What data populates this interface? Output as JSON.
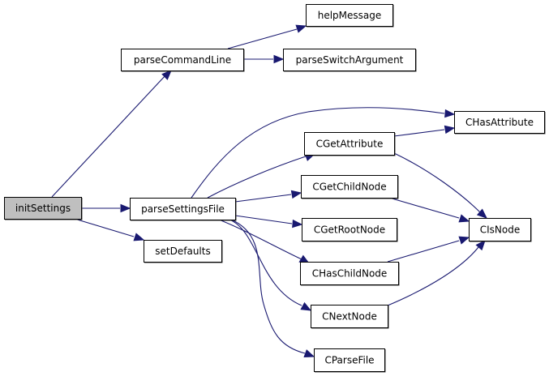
{
  "diagram": {
    "type": "call-graph",
    "colors": {
      "edge": "#191970",
      "root_fill": "#bfbfbf",
      "node_fill": "#ffffff",
      "border": "#000000"
    },
    "nodes": [
      {
        "id": "initSettings",
        "label": "initSettings",
        "root": true
      },
      {
        "id": "parseCommandLine",
        "label": "parseCommandLine"
      },
      {
        "id": "helpMessage",
        "label": "helpMessage"
      },
      {
        "id": "parseSwitchArgument",
        "label": "parseSwitchArgument"
      },
      {
        "id": "parseSettingsFile",
        "label": "parseSettingsFile"
      },
      {
        "id": "setDefaults",
        "label": "setDefaults"
      },
      {
        "id": "CHasAttribute",
        "label": "CHasAttribute"
      },
      {
        "id": "CGetAttribute",
        "label": "CGetAttribute"
      },
      {
        "id": "CGetChildNode",
        "label": "CGetChildNode"
      },
      {
        "id": "CGetRootNode",
        "label": "CGetRootNode"
      },
      {
        "id": "CHasChildNode",
        "label": "CHasChildNode"
      },
      {
        "id": "CNextNode",
        "label": "CNextNode"
      },
      {
        "id": "CParseFile",
        "label": "CParseFile"
      },
      {
        "id": "CIsNode",
        "label": "CIsNode"
      }
    ],
    "edges": [
      {
        "from": "initSettings",
        "to": "parseCommandLine"
      },
      {
        "from": "initSettings",
        "to": "parseSettingsFile"
      },
      {
        "from": "initSettings",
        "to": "setDefaults"
      },
      {
        "from": "parseCommandLine",
        "to": "helpMessage"
      },
      {
        "from": "parseCommandLine",
        "to": "parseSwitchArgument"
      },
      {
        "from": "parseSettingsFile",
        "to": "CHasAttribute"
      },
      {
        "from": "parseSettingsFile",
        "to": "CGetAttribute"
      },
      {
        "from": "parseSettingsFile",
        "to": "CGetChildNode"
      },
      {
        "from": "parseSettingsFile",
        "to": "CGetRootNode"
      },
      {
        "from": "parseSettingsFile",
        "to": "CHasChildNode"
      },
      {
        "from": "parseSettingsFile",
        "to": "CNextNode"
      },
      {
        "from": "parseSettingsFile",
        "to": "CParseFile"
      },
      {
        "from": "CGetAttribute",
        "to": "CHasAttribute"
      },
      {
        "from": "CGetAttribute",
        "to": "CIsNode"
      },
      {
        "from": "CGetChildNode",
        "to": "CIsNode"
      },
      {
        "from": "CHasChildNode",
        "to": "CIsNode"
      },
      {
        "from": "CNextNode",
        "to": "CIsNode"
      }
    ]
  }
}
